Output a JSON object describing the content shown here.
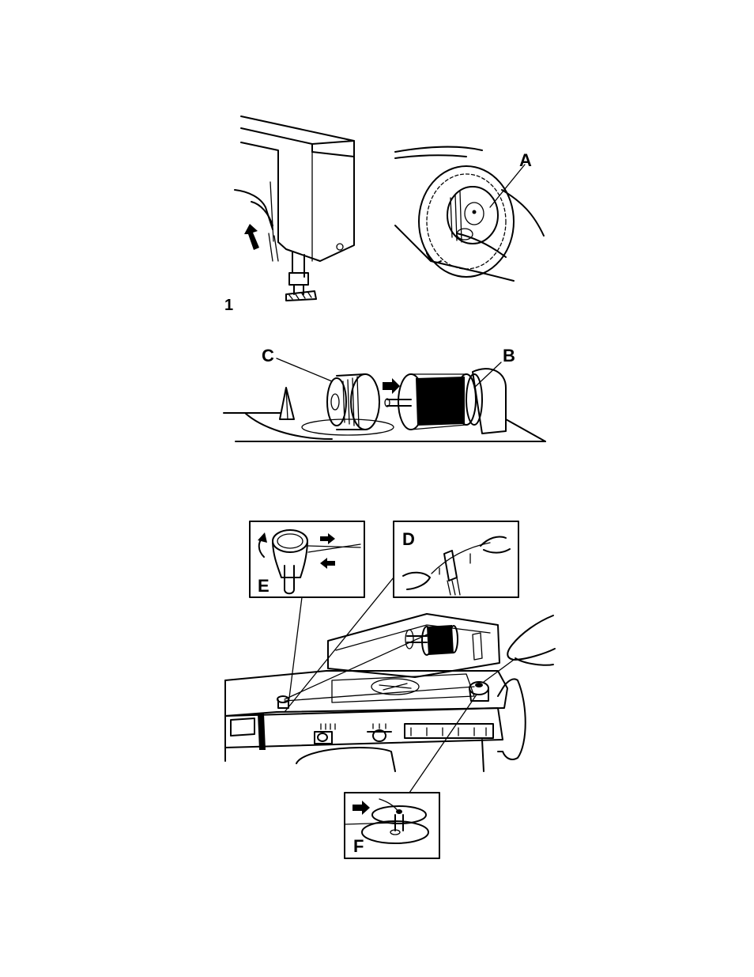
{
  "figure_number": "1",
  "labels": {
    "a": "A",
    "b": "B",
    "c": "C",
    "d": "D",
    "e": "E",
    "f": "F"
  },
  "icons": [
    "up-arrow-icon",
    "right-arrow-icon",
    "curved-arrow-icon"
  ]
}
